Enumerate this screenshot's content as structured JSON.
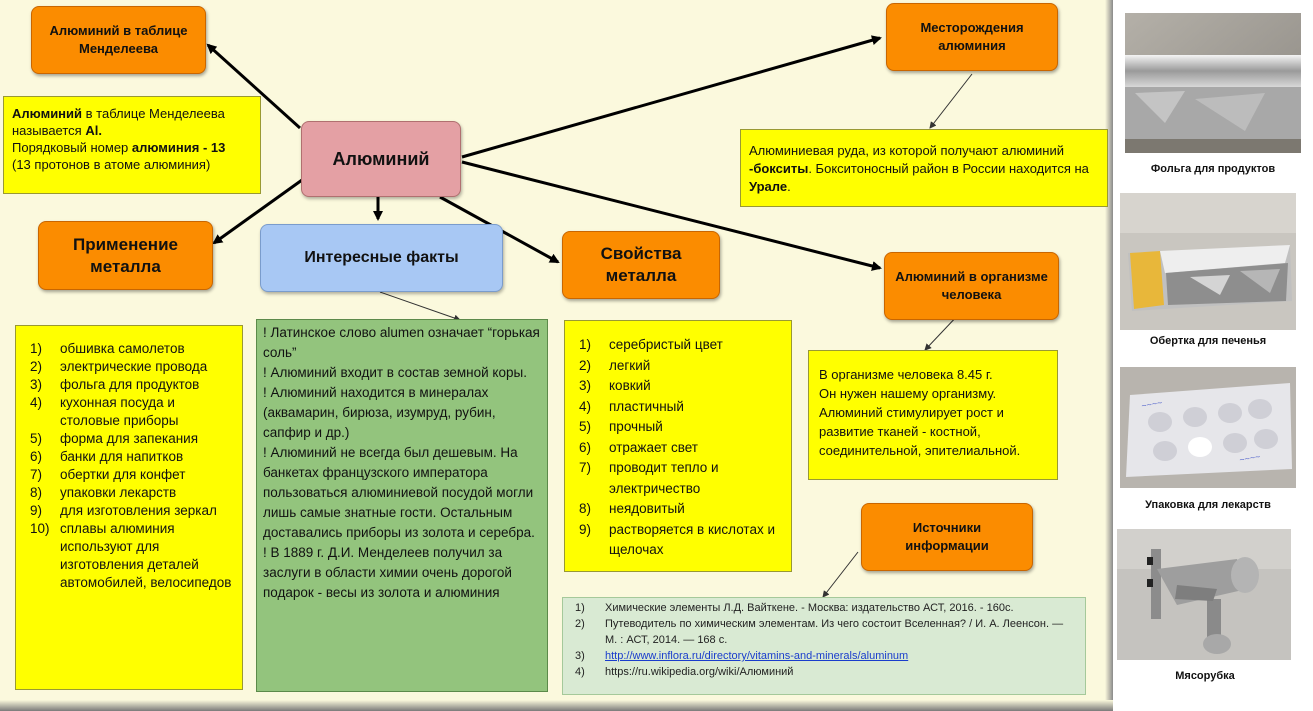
{
  "center": {
    "label": "Алюминий"
  },
  "nodes": {
    "mendeleev_table": "Алюминий в таблице Менделеева",
    "deposits": "Месторождения алюминия",
    "application": "Применение металла",
    "facts": "Интересные факты",
    "properties": "Свойства металла",
    "in_body": "Алюминий в организме человека",
    "sources": "Источники информации"
  },
  "mendeleev_info": {
    "w1": "Алюминий",
    "t1": " в таблице Менделеева называется ",
    "w2": "Al.",
    "t2": "Порядковый номер ",
    "w3": "алюминия - 13",
    "t3": "(13 протонов в атоме алюминия)"
  },
  "deposits_info": {
    "t1": "Алюминиевая руда, из которой  получают алюминий ",
    "w1": "-бокситы",
    "t2": ". Бокситоносный район в России находится на ",
    "w2": "Урале",
    "t3": "."
  },
  "application_list": [
    {
      "num": "1)",
      "text": "обшивка самолетов"
    },
    {
      "num": "2)",
      "text": "электрические провода"
    },
    {
      "num": "3)",
      "text": "фольга для продуктов"
    },
    {
      "num": "4)",
      "text": "кухонная посуда и столовые приборы"
    },
    {
      "num": "5)",
      "text": "форма для запекания"
    },
    {
      "num": "6)",
      "text": "банки для напитков"
    },
    {
      "num": "7)",
      "text": "обертки для конфет"
    },
    {
      "num": "8)",
      "text": "упаковки лекарств"
    },
    {
      "num": "9)",
      "text": "для изготовления зеркал"
    },
    {
      "num": "10)",
      "text": "сплавы алюминия используют для изготовления деталей автомобилей, велосипедов"
    }
  ],
  "facts_list": [
    "!  Латинское слово alumen означает “горькая соль”",
    "!  Алюминий входит в состав земной коры.",
    "!  Алюминий находится в минералах (аквамарин, бирюза, изумруд, рубин, сапфир  и др.)",
    "!  Алюминий не всегда был дешевым. На банкетах французского императора пользоваться алюминиевой посудой могли лишь самые знатные гости. Остальным доставались приборы из золота и серебра.",
    "!  В 1889 г. Д.И. Менделеев получил за заслуги в области химии очень дорогой подарок - весы из золота и алюминия"
  ],
  "properties_list": [
    {
      "num": "1)",
      "text": "серебристый цвет"
    },
    {
      "num": "2)",
      "text": "легкий"
    },
    {
      "num": "3)",
      "text": "ковкий"
    },
    {
      "num": "4)",
      "text": "пластичный"
    },
    {
      "num": "5)",
      "text": "прочный"
    },
    {
      "num": "6)",
      "text": "отражает свет"
    },
    {
      "num": "7)",
      "text": "проводит тепло и электричество"
    },
    {
      "num": "8)",
      "text": "неядовитый"
    },
    {
      "num": "9)",
      "text": "растворяется в кислотах и щелочах"
    }
  ],
  "body_info": [
    " В организме человека 8.45 г.",
    "Он нужен нашему организму.",
    "Алюминий стимулирует рост и развитие тканей - костной, соединительной, эпителиальной."
  ],
  "sources_list": [
    {
      "num": "1)",
      "text": "Химические элементы Л.Д. Вайткене. - Москва: издательство АСТ, 2016. - 160с.",
      "link": false
    },
    {
      "num": "2)",
      "text": "Путеводитель по химическим элементам. Из чего состоит Вселенная? / И. А. Леенсон. — М. : АСТ, 2014. — 168 с.",
      "link": false
    },
    {
      "num": "3)",
      "text": "http://www.inflora.ru/directory/vitamins-and-minerals/aluminum",
      "link": true
    },
    {
      "num": "4)",
      "text": "https://ru.wikipedia.org/wiki/Алюминий",
      "link": false
    }
  ],
  "photos": [
    {
      "caption": "Фольга для продуктов",
      "icon": "foil-roll-photo"
    },
    {
      "caption": "Обертка для печенья",
      "icon": "cookie-wrapper-photo"
    },
    {
      "caption": "Упаковка для лекарств",
      "icon": "blister-pack-photo"
    },
    {
      "caption": "Мясорубка",
      "icon": "meat-grinder-photo"
    }
  ]
}
